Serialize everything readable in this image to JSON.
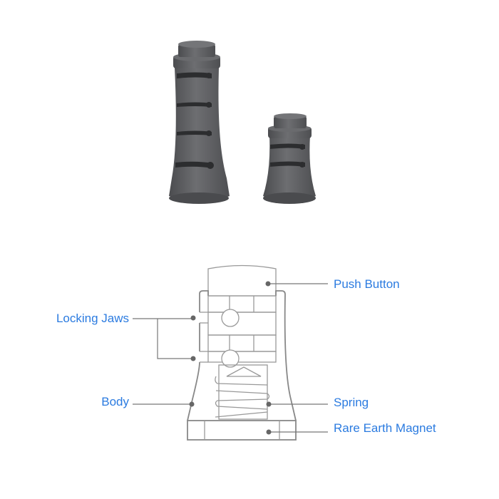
{
  "labels": {
    "push_button": "Push Button",
    "locking_jaws": "Locking Jaws",
    "body": "Body",
    "spring": "Spring",
    "magnet": "Rare Earth Magnet"
  },
  "colors": {
    "label": "#2b7be0",
    "line": "#777777",
    "product": "#5f6063"
  }
}
